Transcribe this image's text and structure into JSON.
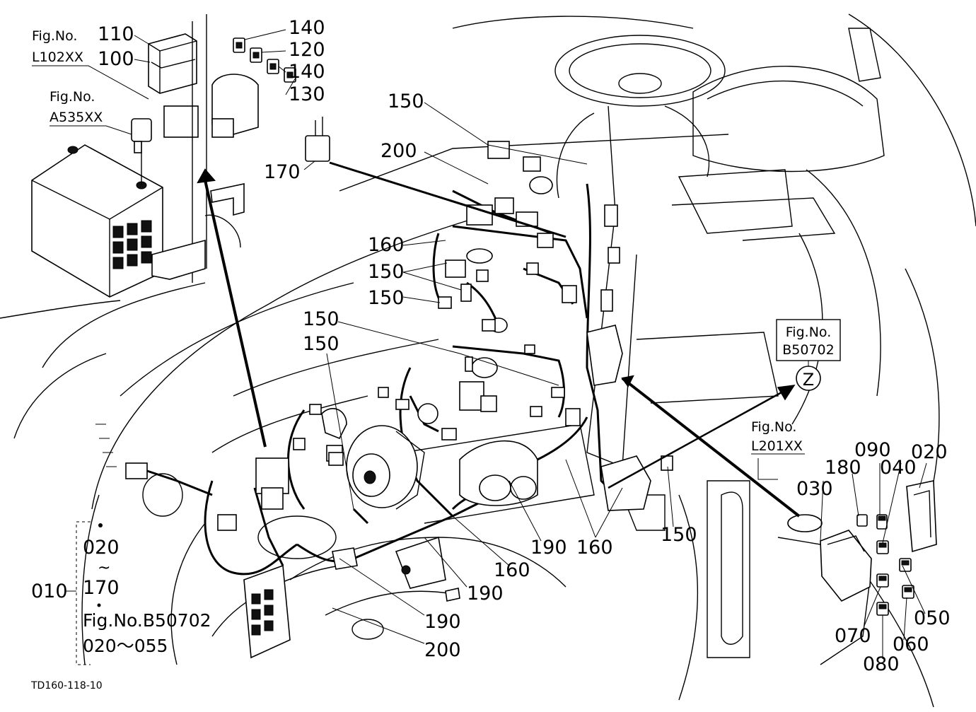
{
  "drawing_code": "TD160-118-10",
  "fig_refs": {
    "fig_no_label": "Fig.No.",
    "l102": "L102XX",
    "a535": "A535XX",
    "b50702": "B50702",
    "l201": "L201XX",
    "z_marker": "Z"
  },
  "callouts": {
    "c110": "110",
    "c100": "100",
    "c140a": "140",
    "c120": "120",
    "c140b": "140",
    "c130": "130",
    "c150a": "150",
    "c200a": "200",
    "c170": "170",
    "c160a": "160",
    "c150b": "150",
    "c150c": "150",
    "c150d": "150",
    "c150e": "150",
    "c010": "010",
    "c020a": "020",
    "c170b": "170",
    "c190a": "190",
    "c160b": "160",
    "c190b": "190",
    "c160c": "160",
    "c190c": "190",
    "c200b": "200",
    "c150f": "150",
    "c030": "030",
    "c180": "180",
    "c090": "090",
    "c040": "040",
    "c020b": "020",
    "c070": "070",
    "c050": "050",
    "c060": "060",
    "c080": "080"
  },
  "legend": {
    "tilde": "~",
    "fig_ref": "Fig.No.B50702",
    "range": "020～055"
  }
}
